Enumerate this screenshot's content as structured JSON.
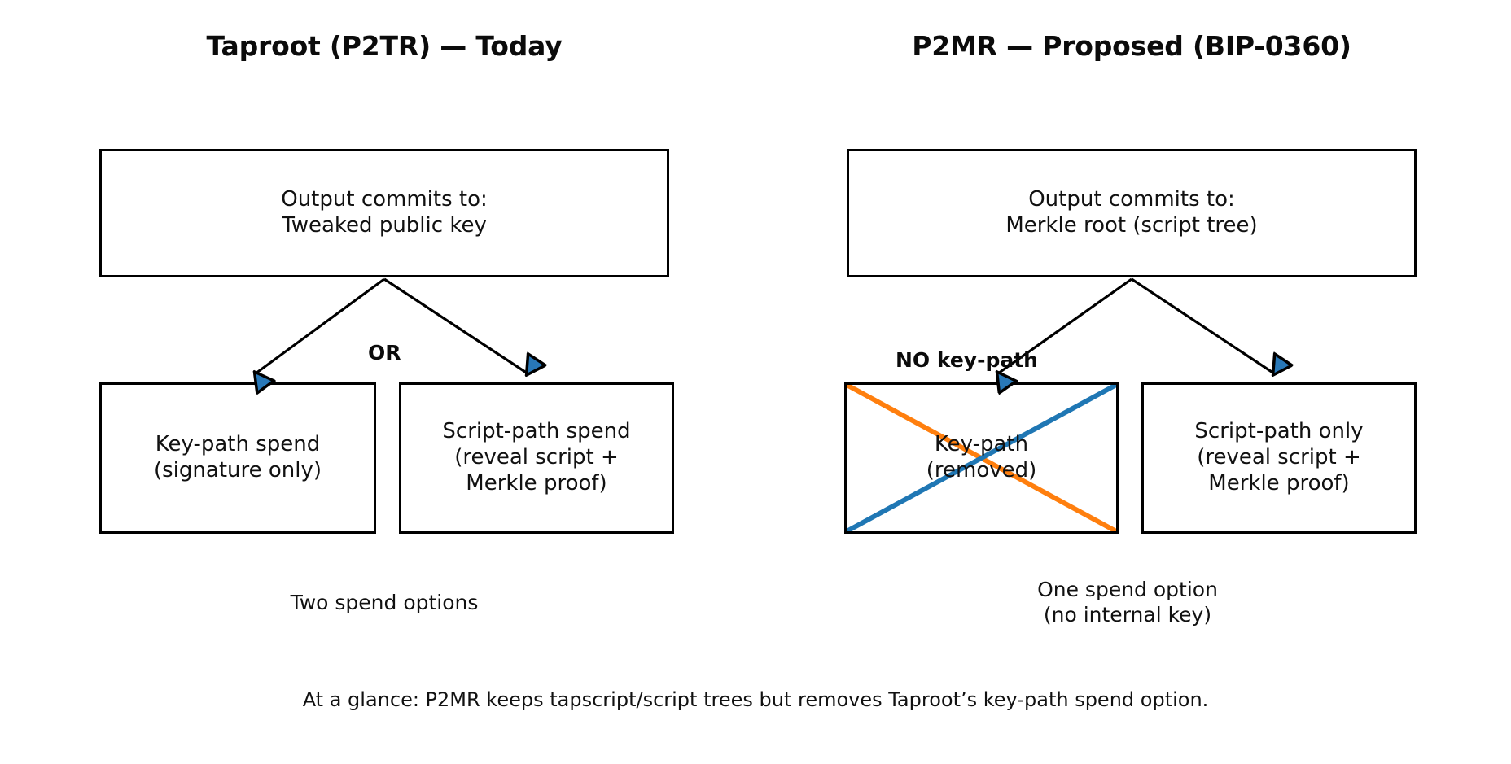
{
  "diagram": {
    "title_left": "Taproot (P2TR) — Today",
    "title_right": "P2MR — Proposed (BIP-0360)",
    "footnote": "At a glance: P2MR keeps tapscript/script trees but removes Taproot’s key-path spend option.",
    "colors": {
      "stroke": "#000000",
      "background": "#ffffff",
      "arrowhead_fill": "#2878b8",
      "cross_orange": "#ff7f0e",
      "cross_blue": "#1f77b4",
      "text": "#111111"
    }
  },
  "left_column": {
    "title": "Taproot (P2TR) — Today",
    "root_box": {
      "label": "Output commits to:\nTweaked public key"
    },
    "edge_label": "OR",
    "leaf_boxes": [
      {
        "label": "Key-path spend\n(signature only)",
        "state": "active"
      },
      {
        "label": "Script-path spend\n(reveal script +\nMerkle proof)",
        "state": "active"
      }
    ],
    "caption": "Two spend options"
  },
  "right_column": {
    "title": "P2MR — Proposed (BIP-0360)",
    "root_box": {
      "label": "Output commits to:\nMerkle root (script tree)"
    },
    "edge_label": "NO key-path",
    "leaf_boxes": [
      {
        "label": "Key-path\n(removed)",
        "state": "crossed-out"
      },
      {
        "label": "Script-path only\n(reveal script +\nMerkle proof)",
        "state": "active"
      }
    ],
    "caption": "One spend option\n(no internal key)"
  }
}
